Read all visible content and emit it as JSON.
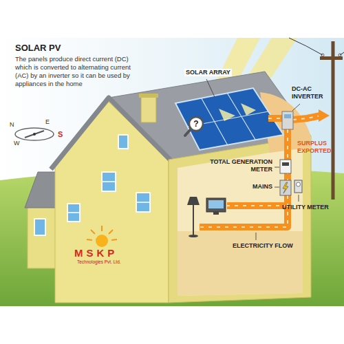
{
  "diagram": {
    "title": "SOLAR PV",
    "caption": "The panels produce direct current (DC) which is converted to alternating current (AC) by an inverter so it can be used by appliances in the home",
    "labels": [
      "SOLAR ARRAY",
      "?",
      "DC-AC INVERTER",
      "SURPLUS EXPORTED",
      "TOTAL GENERATION METER",
      "MAINS",
      "UTILITY METER",
      "ELECTRICITY FLOW",
      "N",
      "E",
      "W",
      "S",
      "MSKP",
      "Technologies Pvt. Ltd."
    ]
  }
}
